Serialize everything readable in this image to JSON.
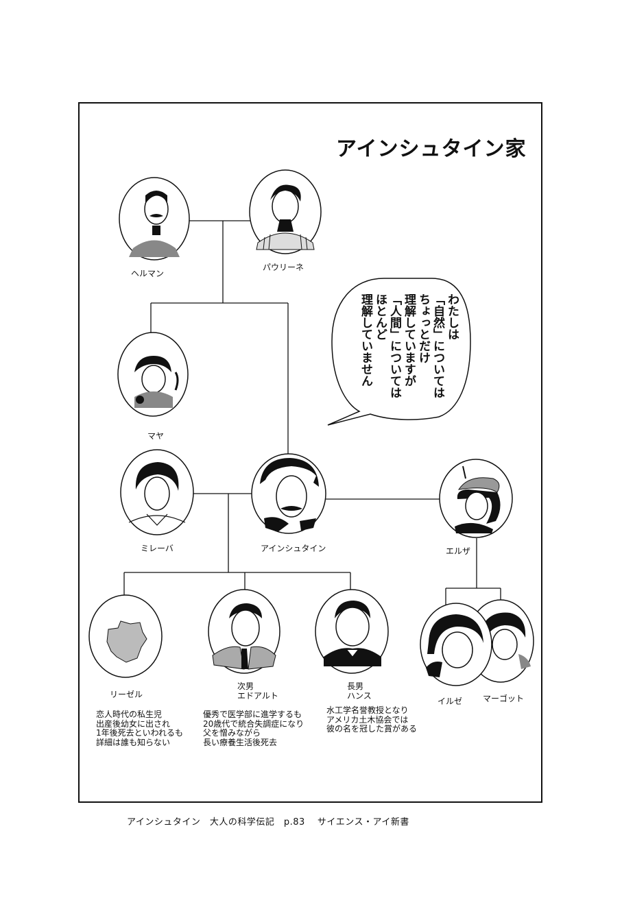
{
  "title": "アインシュタイン家",
  "members": {
    "hermann": {
      "name": "ヘルマン"
    },
    "pauline": {
      "name": "パウリーネ"
    },
    "maja": {
      "name": "マヤ"
    },
    "mileva": {
      "name": "ミレーバ"
    },
    "albert": {
      "name": "アインシュタイン"
    },
    "elsa": {
      "name": "エルザ"
    },
    "lieserl": {
      "name": "リーゼル",
      "note": [
        "恋人時代の私生児",
        "出産後幼女に出され",
        "1年後死去といわれるも",
        "詳細は誰も知らない"
      ]
    },
    "eduard": {
      "role": [
        "次男",
        "エドアルト"
      ],
      "note": [
        "優秀で医学部に進学するも",
        "20歳代で統合失調症になり",
        "父を憎みながら",
        "長い療養生活後死去"
      ]
    },
    "hans": {
      "role": [
        "長男",
        "ハンス"
      ],
      "note": [
        "水工学名誉教授となり",
        "アメリカ土木協会では",
        "彼の名を冠した賞がある"
      ]
    },
    "ilse": {
      "name": "イルゼ"
    },
    "margot": {
      "name": "マーゴット"
    }
  },
  "speech_bubble": {
    "lines": [
      "わたしは",
      "「自然」については",
      "ちょっとだけ",
      "理解していますが",
      "「人間」については",
      "ほとんど",
      "理解していません"
    ]
  },
  "caption": "アインシュタイン　大人の科学伝記　p.83　 サイエンス・アイ新書"
}
